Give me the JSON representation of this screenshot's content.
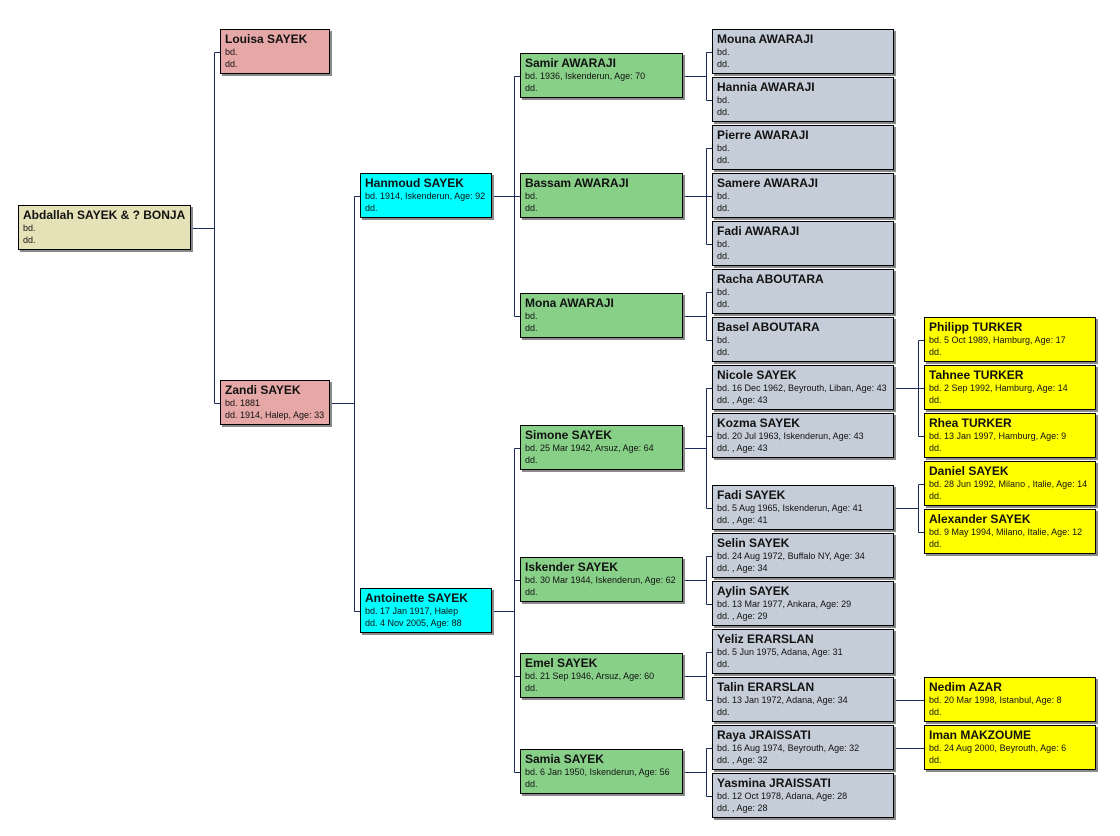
{
  "colors": {
    "root": "#e6e2b8",
    "sibling": "#e6a7a7",
    "child": "#00ffff",
    "grandchild": "#88d088",
    "great_grandchild": "#c4cdd8",
    "great_great_grandchild": "#ffff00",
    "line": "#1b2a5a"
  },
  "people": [
    {
      "id": "root",
      "color": "root",
      "name": "Abdallah SAYEK & ? BONJA",
      "bd": "bd.",
      "dd": "dd."
    },
    {
      "id": "louisa",
      "color": "sibling",
      "name": "Louisa SAYEK",
      "bd": "bd.",
      "dd": "dd."
    },
    {
      "id": "zandi",
      "color": "sibling",
      "name": "Zandi SAYEK",
      "bd": "bd. 1881",
      "dd": "dd. 1914, Halep, Age: 33"
    },
    {
      "id": "hanmoud",
      "color": "child",
      "name": "Hanmoud SAYEK",
      "bd": "bd. 1914, Iskenderun, Age: 92",
      "dd": "dd."
    },
    {
      "id": "antoinette",
      "color": "child",
      "name": "Antoinette SAYEK",
      "bd": "bd. 17 Jan 1917, Halep",
      "dd": "dd. 4 Nov 2005, Age: 88"
    },
    {
      "id": "samir",
      "color": "grandchild",
      "name": "Samir AWARAJI",
      "bd": "bd. 1936, Iskenderun, Age: 70",
      "dd": "dd."
    },
    {
      "id": "bassam",
      "color": "grandchild",
      "name": "Bassam AWARAJI",
      "bd": "bd.",
      "dd": "dd."
    },
    {
      "id": "mona",
      "color": "grandchild",
      "name": "Mona AWARAJI",
      "bd": "bd.",
      "dd": "dd."
    },
    {
      "id": "simone",
      "color": "grandchild",
      "name": "Simone SAYEK",
      "bd": "bd. 25 Mar 1942, Arsuz, Age: 64",
      "dd": "dd."
    },
    {
      "id": "iskender",
      "color": "grandchild",
      "name": "Iskender SAYEK",
      "bd": "bd. 30 Mar 1944, Iskenderun, Age: 62",
      "dd": "dd."
    },
    {
      "id": "emel",
      "color": "grandchild",
      "name": "Emel SAYEK",
      "bd": "bd. 21 Sep 1946, Arsuz, Age: 60",
      "dd": "dd."
    },
    {
      "id": "samia",
      "color": "grandchild",
      "name": "Samia SAYEK",
      "bd": "bd. 6 Jan 1950, Iskenderun, Age: 56",
      "dd": "dd."
    },
    {
      "id": "mouna",
      "color": "great_grandchild",
      "name": "Mouna AWARAJI",
      "bd": "bd.",
      "dd": "dd."
    },
    {
      "id": "hannia",
      "color": "great_grandchild",
      "name": "Hannia AWARAJI",
      "bd": "bd.",
      "dd": "dd."
    },
    {
      "id": "pierre",
      "color": "great_grandchild",
      "name": "Pierre AWARAJI",
      "bd": "bd.",
      "dd": "dd."
    },
    {
      "id": "samere",
      "color": "great_grandchild",
      "name": "Samere AWARAJI",
      "bd": "bd.",
      "dd": "dd."
    },
    {
      "id": "fadiaw",
      "color": "great_grandchild",
      "name": "Fadi AWARAJI",
      "bd": "bd.",
      "dd": "dd."
    },
    {
      "id": "racha",
      "color": "great_grandchild",
      "name": "Racha ABOUTARA",
      "bd": "bd.",
      "dd": "dd."
    },
    {
      "id": "basel",
      "color": "great_grandchild",
      "name": "Basel ABOUTARA",
      "bd": "bd.",
      "dd": "dd."
    },
    {
      "id": "nicole",
      "color": "great_grandchild",
      "name": "Nicole SAYEK",
      "bd": "bd. 16 Dec 1962, Beyrouth, Liban, Age: 43",
      "dd": "dd. , Age: 43"
    },
    {
      "id": "kozma",
      "color": "great_grandchild",
      "name": "Kozma SAYEK",
      "bd": "bd. 20 Jul 1963, Iskenderun, Age: 43",
      "dd": "dd. , Age: 43"
    },
    {
      "id": "fadis",
      "color": "great_grandchild",
      "name": "Fadi SAYEK",
      "bd": "bd. 5 Aug 1965, Iskenderun, Age: 41",
      "dd": "dd. , Age: 41"
    },
    {
      "id": "selin",
      "color": "great_grandchild",
      "name": "Selin SAYEK",
      "bd": "bd. 24 Aug 1972, Buffalo NY, Age: 34",
      "dd": "dd. , Age: 34"
    },
    {
      "id": "aylin",
      "color": "great_grandchild",
      "name": "Aylin SAYEK",
      "bd": "bd. 13 Mar 1977, Ankara, Age: 29",
      "dd": "dd. , Age: 29"
    },
    {
      "id": "yeliz",
      "color": "great_grandchild",
      "name": "Yeliz ERARSLAN",
      "bd": "bd. 5 Jun 1975, Adana, Age: 31",
      "dd": "dd."
    },
    {
      "id": "talin",
      "color": "great_grandchild",
      "name": "Talin ERARSLAN",
      "bd": "bd. 13 Jan 1972, Adana, Age: 34",
      "dd": "dd."
    },
    {
      "id": "raya",
      "color": "great_grandchild",
      "name": "Raya JRAISSATI",
      "bd": "bd. 16 Aug 1974, Beyrouth, Age: 32",
      "dd": "dd. , Age: 32"
    },
    {
      "id": "yasmina",
      "color": "great_grandchild",
      "name": "Yasmina JRAISSATI",
      "bd": "bd. 12 Oct 1978, Adana, Age: 28",
      "dd": "dd. , Age: 28"
    },
    {
      "id": "philipp",
      "color": "great_great_grandchild",
      "name": "Philipp TURKER",
      "bd": "bd. 5 Oct 1989, Hamburg, Age: 17",
      "dd": "dd."
    },
    {
      "id": "tahnee",
      "color": "great_great_grandchild",
      "name": "Tahnee TURKER",
      "bd": "bd. 2 Sep 1992, Hamburg, Age: 14",
      "dd": "dd."
    },
    {
      "id": "rhea",
      "color": "great_great_grandchild",
      "name": "Rhea TURKER",
      "bd": "bd. 13 Jan 1997, Hamburg, Age: 9",
      "dd": "dd."
    },
    {
      "id": "daniel",
      "color": "great_great_grandchild",
      "name": "Daniel SAYEK",
      "bd": "bd. 28 Jun 1992, Milano , Italie, Age: 14",
      "dd": "dd."
    },
    {
      "id": "alexander",
      "color": "great_great_grandchild",
      "name": "Alexander SAYEK",
      "bd": "bd. 9 May 1994, Milano, Italie, Age: 12",
      "dd": "dd."
    },
    {
      "id": "nedim",
      "color": "great_great_grandchild",
      "name": "Nedim AZAR",
      "bd": "bd. 20 Mar 1998, Istanbul, Age: 8",
      "dd": "dd."
    },
    {
      "id": "iman",
      "color": "great_great_grandchild",
      "name": "Iman MAKZOUME",
      "bd": "bd. 24 Aug 2000, Beyrouth, Age: 6",
      "dd": "dd."
    }
  ],
  "relations": [
    {
      "parent": "root",
      "children": [
        "louisa",
        "zandi"
      ]
    },
    {
      "parent": "zandi",
      "children": [
        "hanmoud",
        "antoinette"
      ]
    },
    {
      "parent": "hanmoud",
      "children": [
        "samir",
        "bassam",
        "mona"
      ]
    },
    {
      "parent": "antoinette",
      "children": [
        "simone",
        "iskender",
        "emel",
        "samia"
      ]
    },
    {
      "parent": "samir",
      "children": [
        "mouna",
        "hannia"
      ]
    },
    {
      "parent": "bassam",
      "children": [
        "pierre",
        "samere",
        "fadiaw"
      ]
    },
    {
      "parent": "mona",
      "children": [
        "racha",
        "basel"
      ]
    },
    {
      "parent": "simone",
      "children": [
        "nicole",
        "kozma",
        "fadis"
      ]
    },
    {
      "parent": "iskender",
      "children": [
        "selin",
        "aylin"
      ]
    },
    {
      "parent": "emel",
      "children": [
        "yeliz",
        "talin"
      ]
    },
    {
      "parent": "samia",
      "children": [
        "raya",
        "yasmina"
      ]
    },
    {
      "parent": "nicole",
      "children": [
        "philipp",
        "tahnee",
        "rhea"
      ]
    },
    {
      "parent": "fadis",
      "children": [
        "daniel",
        "alexander"
      ]
    },
    {
      "parent": "talin",
      "children": [
        "nedim"
      ]
    },
    {
      "parent": "raya",
      "children": [
        "iman"
      ]
    }
  ]
}
